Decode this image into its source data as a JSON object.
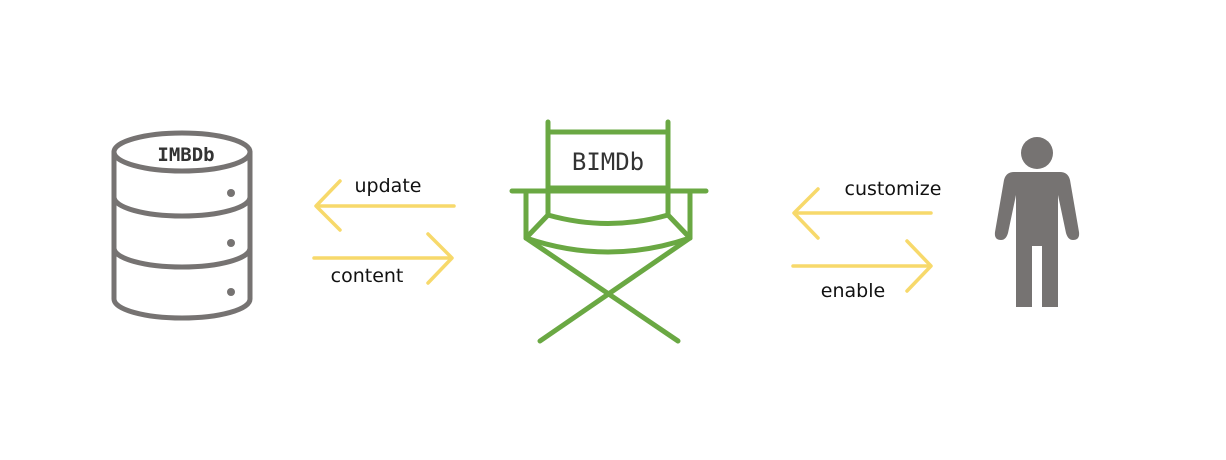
{
  "nodes": {
    "database": {
      "label": "IMBDb",
      "color": "#767372",
      "icon": "database-icon"
    },
    "app": {
      "label": "BIMDb",
      "color": "#6aa843",
      "icon": "directors-chair-icon"
    },
    "user": {
      "color": "#767372",
      "icon": "person-icon"
    }
  },
  "edges": {
    "update": {
      "label": "update",
      "direction": "app-to-database"
    },
    "content": {
      "label": "content",
      "direction": "database-to-app"
    },
    "customize": {
      "label": "customize",
      "direction": "user-to-app"
    },
    "enable": {
      "label": "enable",
      "direction": "app-to-user"
    }
  },
  "colors": {
    "arrow": "#f7d96b",
    "background": "#ffffff"
  }
}
